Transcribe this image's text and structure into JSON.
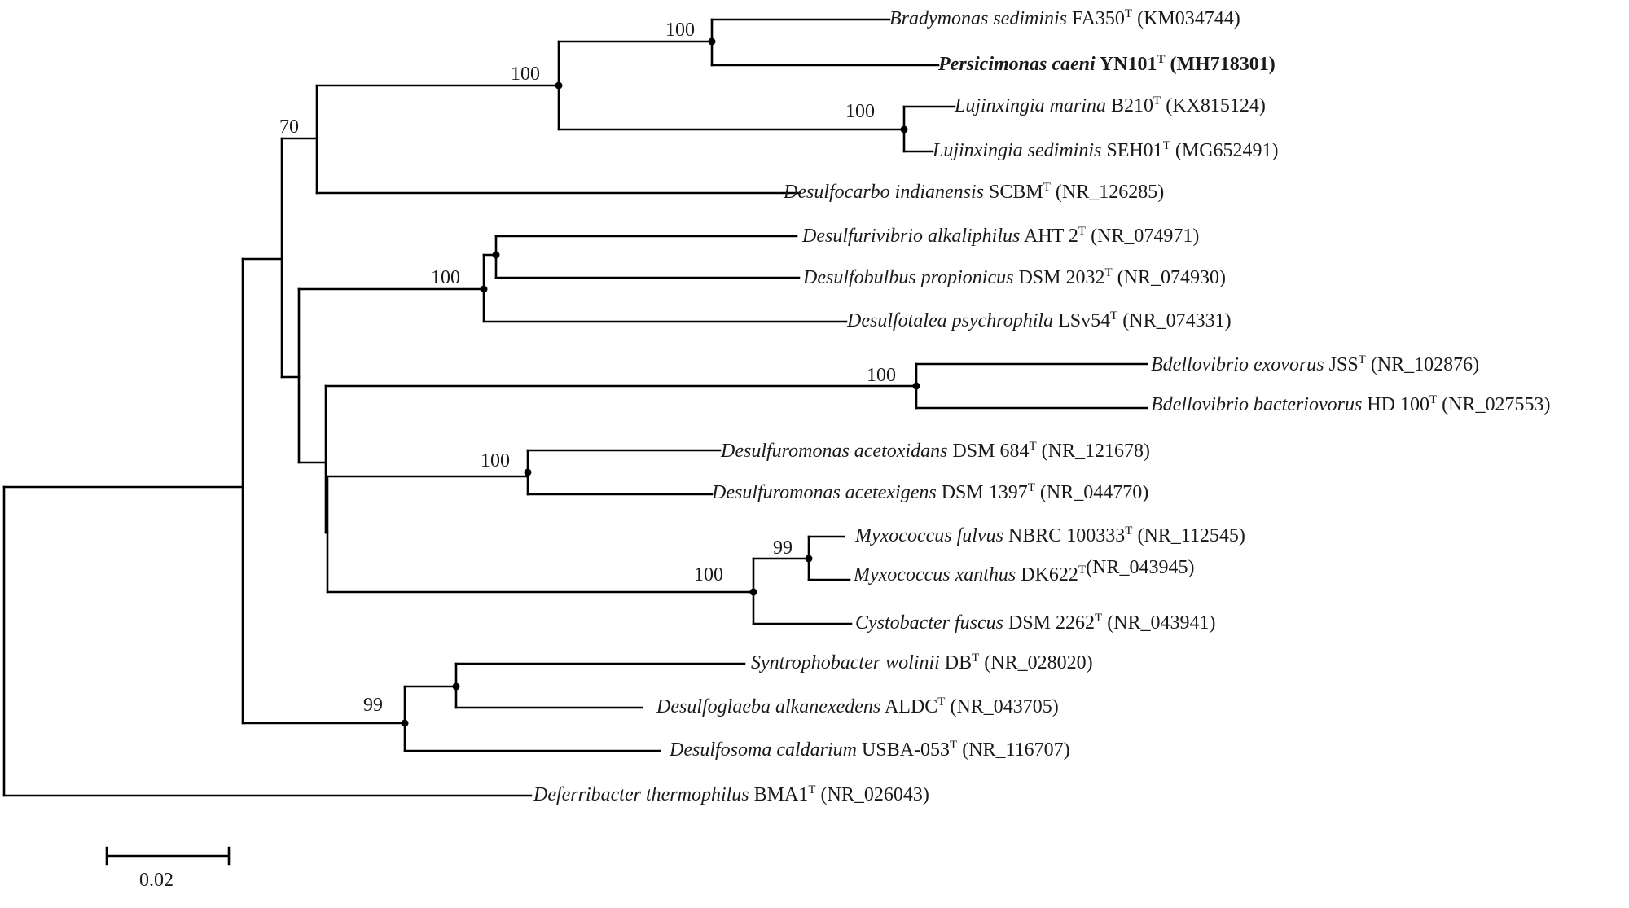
{
  "taxa": [
    {
      "id": "t1",
      "genus": "Bradymonas",
      "species": "sediminis",
      "strain": "FA350",
      "type_mark": "T",
      "accession": "(KM034744)",
      "bold": false
    },
    {
      "id": "t2",
      "genus": "Persicimonas",
      "species": "caeni",
      "strain": "YN101",
      "type_mark": "T",
      "accession": "(MH718301)",
      "bold": true
    },
    {
      "id": "t3",
      "genus": "Lujinxingia",
      "species": "marina",
      "strain": "B210",
      "type_mark": "T",
      "accession": "(KX815124)",
      "bold": false
    },
    {
      "id": "t4",
      "genus": "Lujinxingia",
      "species": "sediminis",
      "strain": "SEH01",
      "type_mark": "T",
      "accession": "(MG652491)",
      "bold": false
    },
    {
      "id": "t5",
      "genus": "Desulfocarbo",
      "species": "indianensis",
      "strain": "SCBM",
      "type_mark": "T",
      "accession": "(NR_126285)",
      "bold": false
    },
    {
      "id": "t6",
      "genus": "Desulfurivibrio",
      "species": "alkaliphilus",
      "strain": "AHT 2",
      "type_mark": "T",
      "accession": "(NR_074971)",
      "bold": false
    },
    {
      "id": "t7",
      "genus": "Desulfobulbus",
      "species": "propionicus",
      "strain": "DSM 2032",
      "type_mark": "T",
      "accession": "(NR_074930)",
      "bold": false
    },
    {
      "id": "t8",
      "genus": "Desulfotalea",
      "species": "psychrophila",
      "strain": "LSv54",
      "type_mark": "T",
      "accession": "(NR_074331)",
      "bold": false
    },
    {
      "id": "t9",
      "genus": "Bdellovibrio",
      "species": "exovorus",
      "strain": "JSS",
      "type_mark": "T",
      "accession": "(NR_102876)",
      "bold": false
    },
    {
      "id": "t10",
      "genus": "Bdellovibrio",
      "species": "bacteriovorus",
      "strain": "HD 100",
      "type_mark": "T",
      "accession": "(NR_027553)",
      "bold": false
    },
    {
      "id": "t11",
      "genus": "Desulfuromonas",
      "species": "acetoxidans",
      "strain": "DSM 684",
      "type_mark": "T",
      "accession": "(NR_121678)",
      "bold": false
    },
    {
      "id": "t12",
      "genus": "Desulfuromonas",
      "species": "acetexigens",
      "strain": "DSM 1397",
      "type_mark": "T",
      "accession": "(NR_044770)",
      "bold": false
    },
    {
      "id": "t13",
      "genus": "Myxococcus",
      "species": "fulvus",
      "strain": "NBRC 100333",
      "type_mark": "T",
      "accession": "(NR_112545)",
      "bold": false
    },
    {
      "id": "t14",
      "genus": "Myxococcus",
      "species": "xanthus",
      "strain": "DK622",
      "type_mark": "T",
      "accession": "(NR_043945)",
      "bold": false
    },
    {
      "id": "t15",
      "genus": "Cystobacter",
      "species": "fuscus",
      "strain": "DSM 2262",
      "type_mark": "T",
      "accession": "(NR_043941)",
      "bold": false
    },
    {
      "id": "t16",
      "genus": "Syntrophobacter",
      "species": "wolinii",
      "strain": "DB",
      "type_mark": "T",
      "accession": "(NR_028020)",
      "bold": false
    },
    {
      "id": "t17",
      "genus": "Desulfoglaeba",
      "species": "alkanexedens",
      "strain": "ALDC",
      "type_mark": "T",
      "accession": "(NR_043705)",
      "bold": false
    },
    {
      "id": "t18",
      "genus": "Desulfosoma",
      "species": "caldarium",
      "strain": "USBA-053",
      "type_mark": "T",
      "accession": "(NR_116707)",
      "bold": false
    },
    {
      "id": "t19",
      "genus": "Deferribacter",
      "species": "thermophilus",
      "strain": "BMA1",
      "type_mark": "T",
      "accession": "(NR_026043)",
      "bold": false
    }
  ],
  "bootstrap_values": [
    {
      "node": "n_brady_persici",
      "value": "100"
    },
    {
      "node": "n_brady_lujin",
      "value": "100"
    },
    {
      "node": "n_lujin",
      "value": "100"
    },
    {
      "node": "n_top_group",
      "value": "70"
    },
    {
      "node": "n_desulfobulbaceae",
      "value": "100"
    },
    {
      "node": "n_bdellovibrio",
      "value": "100"
    },
    {
      "node": "n_desulfuromonas",
      "value": "100"
    },
    {
      "node": "n_myxococcus",
      "value": "99"
    },
    {
      "node": "n_myxo_cysto",
      "value": "100"
    },
    {
      "node": "n_syntrophobacter",
      "value": "99"
    }
  ],
  "scale_bar": {
    "label": "0.02"
  }
}
